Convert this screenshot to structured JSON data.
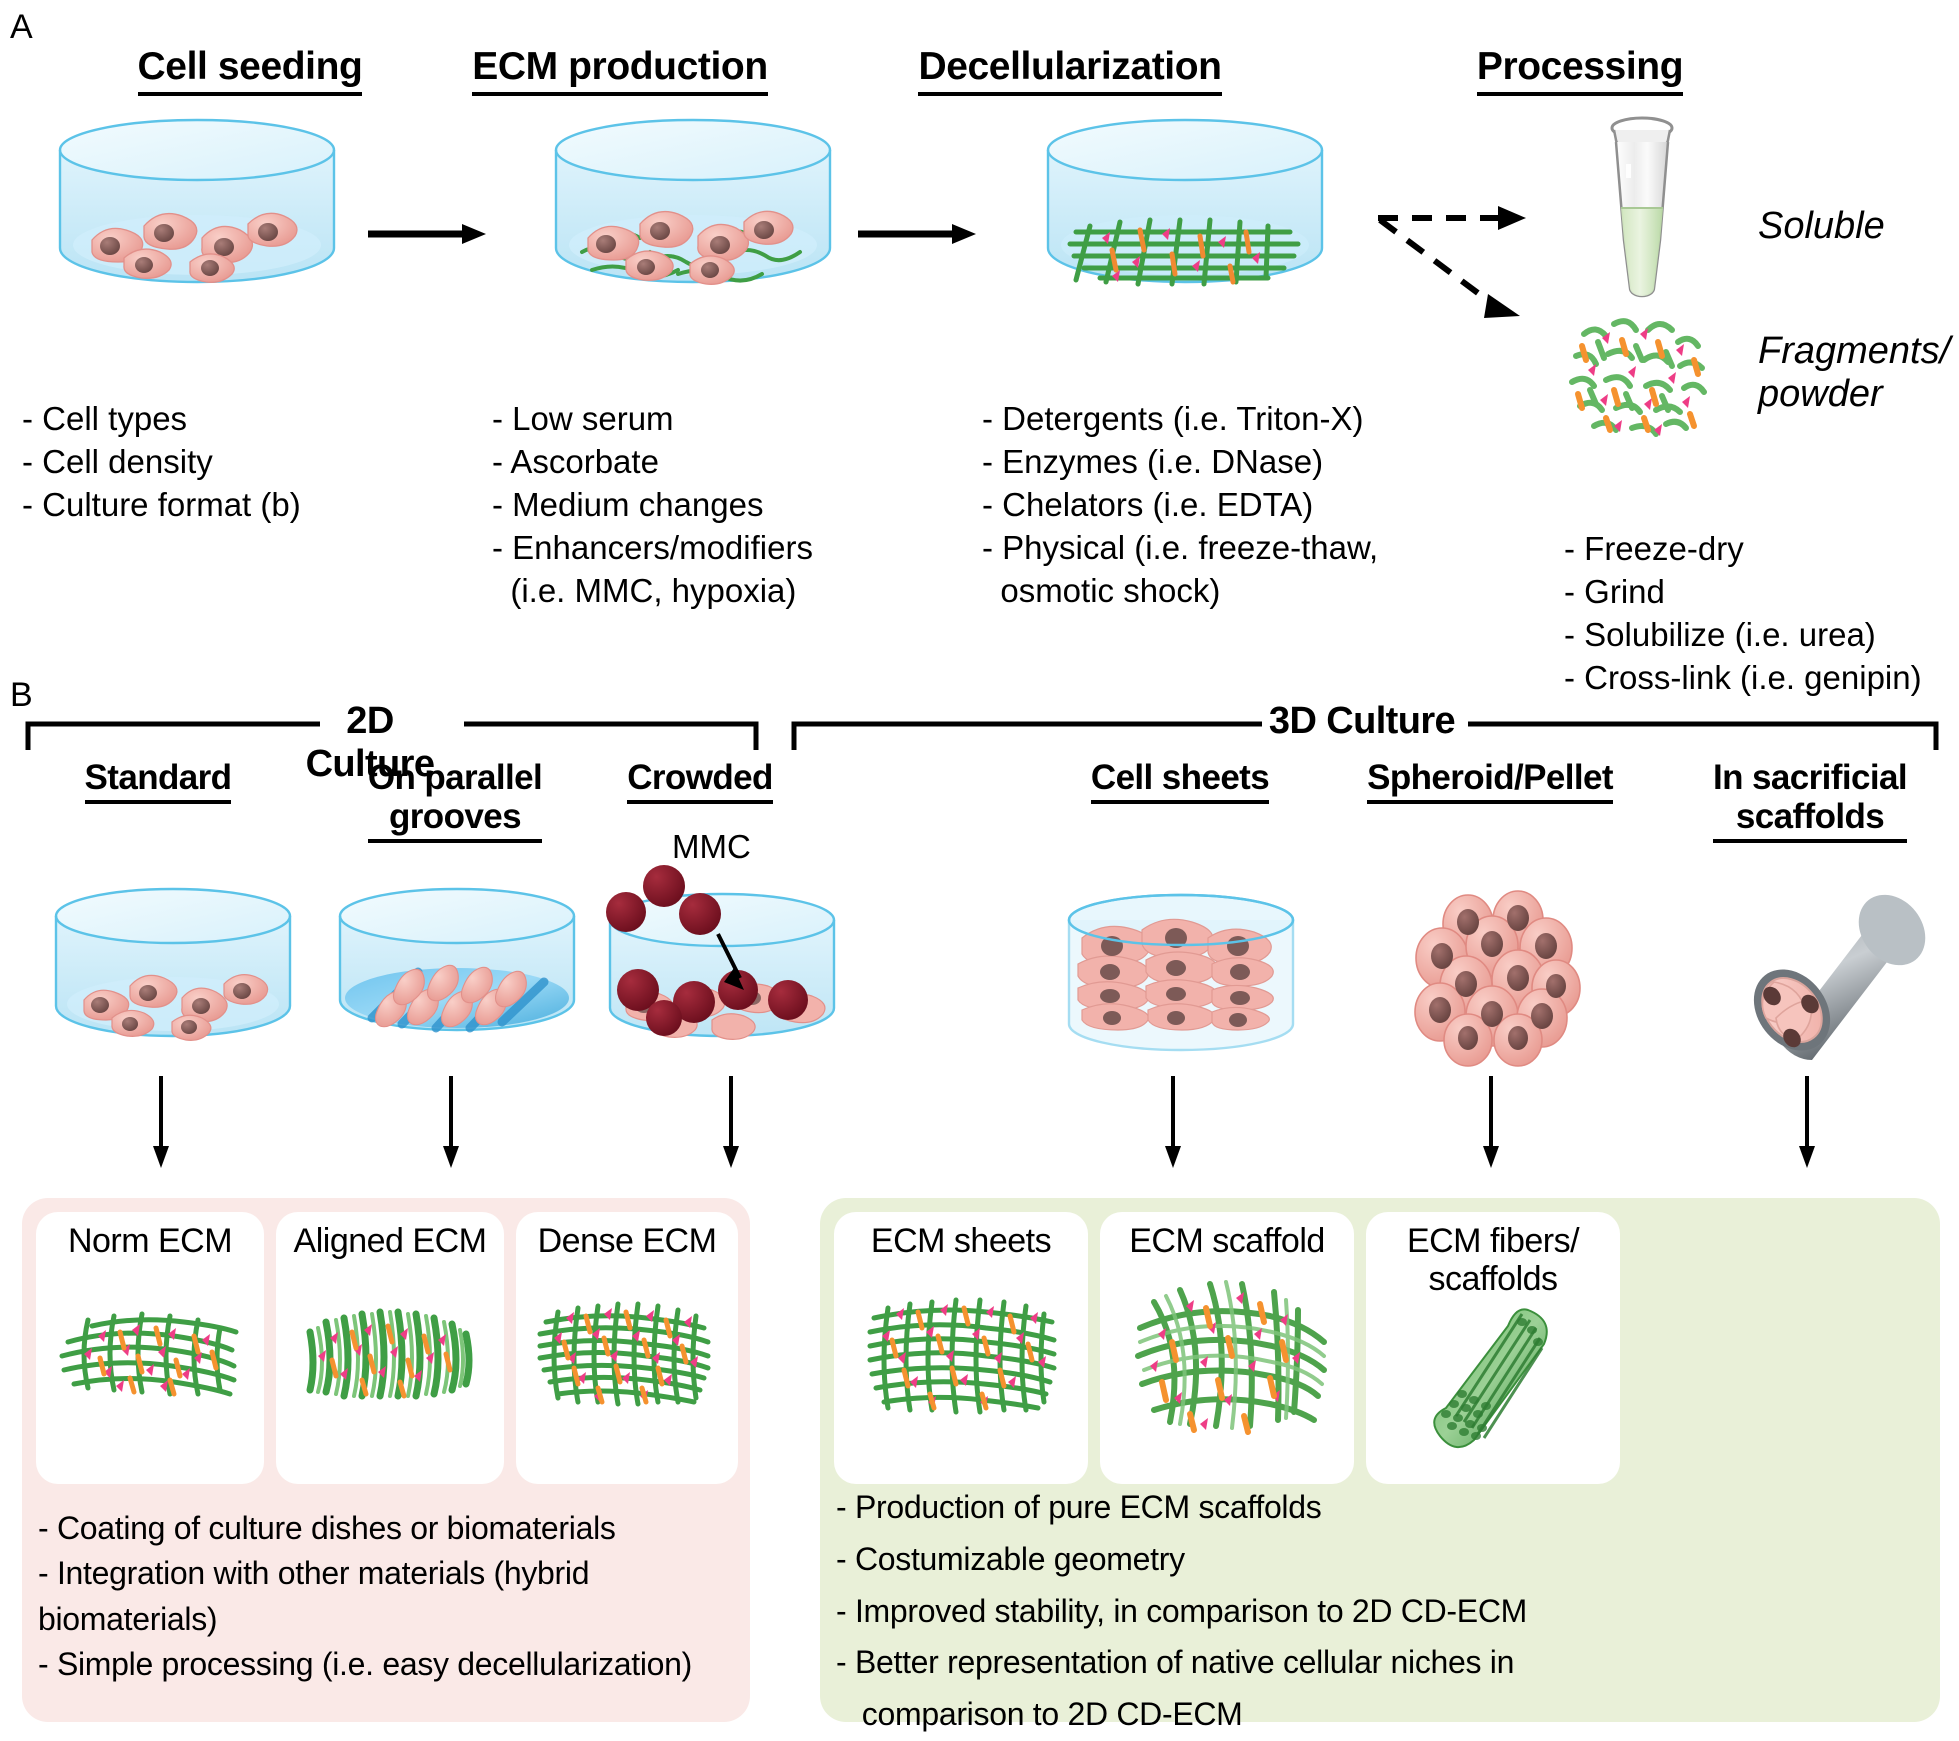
{
  "panels": {
    "a_letter": "A",
    "b_letter": "B"
  },
  "panel_a": {
    "steps": [
      {
        "title": "Cell seeding",
        "icon": "culture-dish-cells-icon",
        "bullets": "- Cell types\n- Cell density\n- Culture format (b)"
      },
      {
        "title": "ECM production",
        "icon": "culture-dish-ecm-icon",
        "bullets": "- Low serum\n- Ascorbate\n- Medium changes\n- Enhancers/modifiers\n  (i.e. MMC, hypoxia)"
      },
      {
        "title": "Decellularization",
        "icon": "culture-dish-decell-icon",
        "bullets": "- Detergents (i.e. Triton-X)\n- Enzymes (i.e. DNase)\n- Chelators (i.e. EDTA)\n- Physical (i.e. freeze-thaw,\n  osmotic shock)"
      },
      {
        "title": "Processing",
        "icon": "tube-and-powder-icon",
        "bullets": "- Freeze-dry\n- Grind\n- Solubilize (i.e. urea)\n- Cross-link (i.e. genipin)"
      }
    ],
    "outputs": [
      {
        "label": "Soluble",
        "icon": "eppendorf-tube-icon"
      },
      {
        "label": "Fragments/\npowder",
        "icon": "ecm-powder-icon"
      }
    ]
  },
  "panel_b": {
    "groups": [
      {
        "name": "2D Culture",
        "accent": "#fae9e7",
        "columns": [
          {
            "header": "Standard",
            "culture_icon": "culture-dish-standard-icon",
            "result": "Norm ECM",
            "result_icon": "ecm-mesh-flat-icon"
          },
          {
            "header": "On parallel\ngrooves",
            "culture_icon": "culture-dish-grooves-icon",
            "result": "Aligned ECM",
            "result_icon": "ecm-mesh-aligned-icon"
          },
          {
            "header": "Crowded",
            "annotation": "MMC",
            "culture_icon": "culture-dish-crowded-icon",
            "result": "Dense ECM",
            "result_icon": "ecm-mesh-dense-icon"
          }
        ],
        "bullets": "- Coating of culture dishes or biomaterials\n- Integration with other materials (hybrid biomaterials)\n- Simple processing (i.e. easy decellularization)"
      },
      {
        "name": "3D Culture",
        "accent": "#e9f0d8",
        "columns": [
          {
            "header": "Cell sheets",
            "culture_icon": "cell-sheet-stack-icon",
            "result": "ECM sheets",
            "result_icon": "ecm-sheet-block-icon"
          },
          {
            "header": "Spheroid/Pellet",
            "culture_icon": "spheroid-icon",
            "result": "ECM scaffold",
            "result_icon": "ecm-scaffold-sphere-icon"
          },
          {
            "header": "In sacrificial\nscaffolds",
            "culture_icon": "sacrificial-tube-icon",
            "result": "ECM fibers/\nscaffolds",
            "result_icon": "ecm-fiber-bundle-icon"
          }
        ],
        "bullets": "- Production of pure ECM scaffolds\n- Costumizable geometry\n- Improved stability, in comparison to 2D CD-ECM\n- Better representation of native cellular niches in\n   comparison to 2D CD-ECM"
      }
    ]
  },
  "colors": {
    "pink_panel": "#fae9e7",
    "green_panel": "#e9f0d8",
    "dish_blue": "#bfe7f6",
    "cell_pink": "#f0a7a0",
    "ecm_green": "#4ca64c",
    "mmc_red": "#8b1a2b",
    "scaffold_grey": "#6e7479"
  }
}
